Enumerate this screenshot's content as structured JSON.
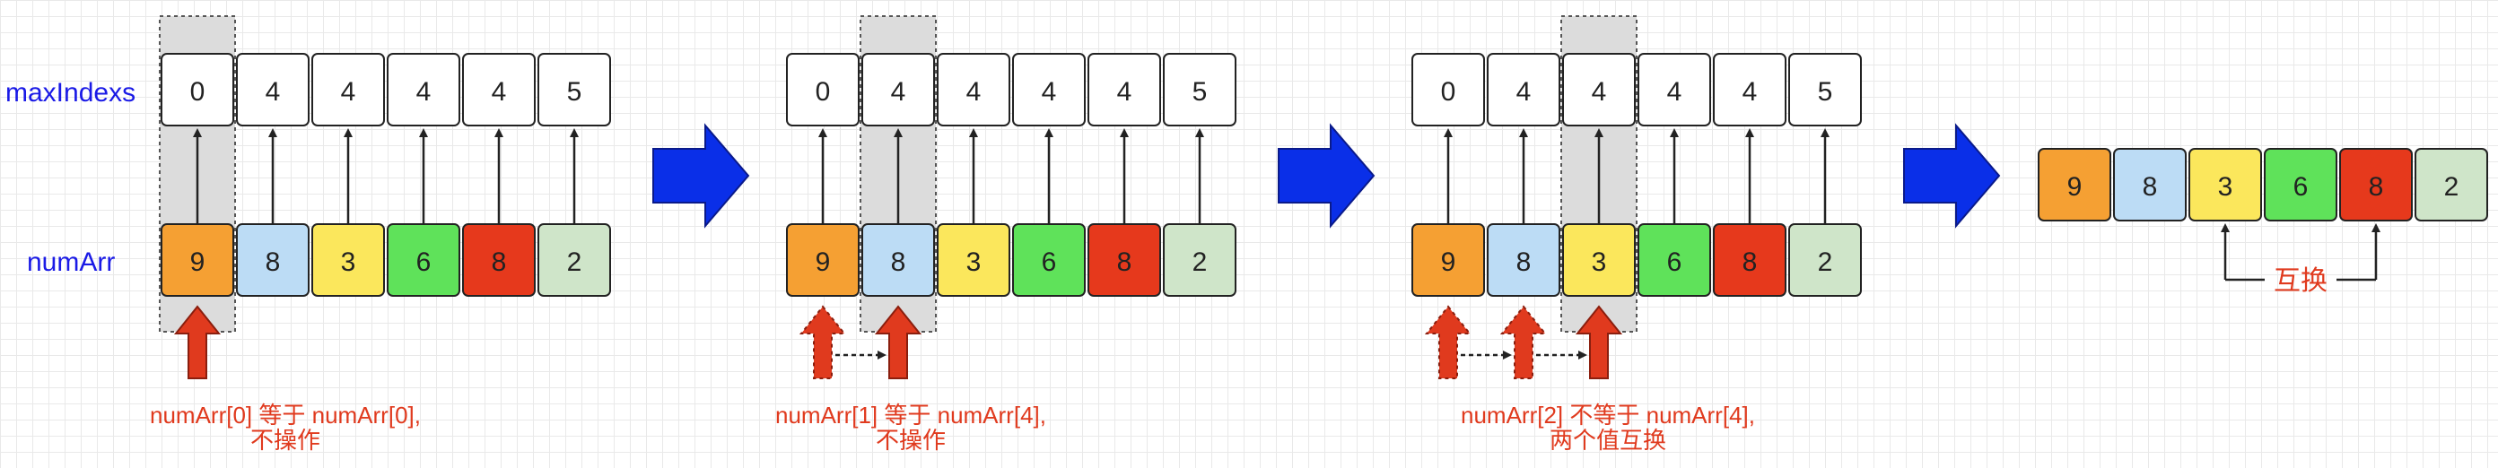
{
  "labels": {
    "max_indexs": "maxIndexs",
    "num_arr": "numArr"
  },
  "colors": {
    "orange": "#f5a033",
    "light_blue": "#bcdcf5",
    "yellow": "#fbe75c",
    "green": "#5fe25a",
    "red": "#e6391c",
    "light_green": "#cfe5c9",
    "white": "#ffffff",
    "accent_red": "#e03a1e",
    "big_arrow_blue": "#0a2fe8",
    "label_blue": "#1a1ae6"
  },
  "panels": [
    {
      "max_indexs": [
        "0",
        "4",
        "4",
        "4",
        "4",
        "5"
      ],
      "num_arr": [
        "9",
        "8",
        "3",
        "6",
        "8",
        "2"
      ],
      "highlight_index": 0,
      "pointer_index": 0,
      "previous_pointer_indexes": [],
      "caption_lines": [
        "numArr[0] 等于 numArr[0],",
        "不操作"
      ]
    },
    {
      "max_indexs": [
        "0",
        "4",
        "4",
        "4",
        "4",
        "5"
      ],
      "num_arr": [
        "9",
        "8",
        "3",
        "6",
        "8",
        "2"
      ],
      "highlight_index": 1,
      "pointer_index": 1,
      "previous_pointer_indexes": [
        0
      ],
      "caption_lines": [
        "numArr[1] 等于 numArr[4],",
        "不操作"
      ]
    },
    {
      "max_indexs": [
        "0",
        "4",
        "4",
        "4",
        "4",
        "5"
      ],
      "num_arr": [
        "9",
        "8",
        "3",
        "6",
        "8",
        "2"
      ],
      "highlight_index": 2,
      "pointer_index": 2,
      "previous_pointer_indexes": [
        0,
        1
      ],
      "caption_lines": [
        "numArr[2] 不等于 numArr[4],",
        "两个值互换"
      ]
    }
  ],
  "num_arr_colors": [
    "orange",
    "light_blue",
    "yellow",
    "green",
    "red",
    "light_green"
  ],
  "result": {
    "values": [
      "9",
      "8",
      "3",
      "6",
      "8",
      "2"
    ],
    "swap_indexes": [
      2,
      4
    ],
    "swap_label": "互换"
  }
}
